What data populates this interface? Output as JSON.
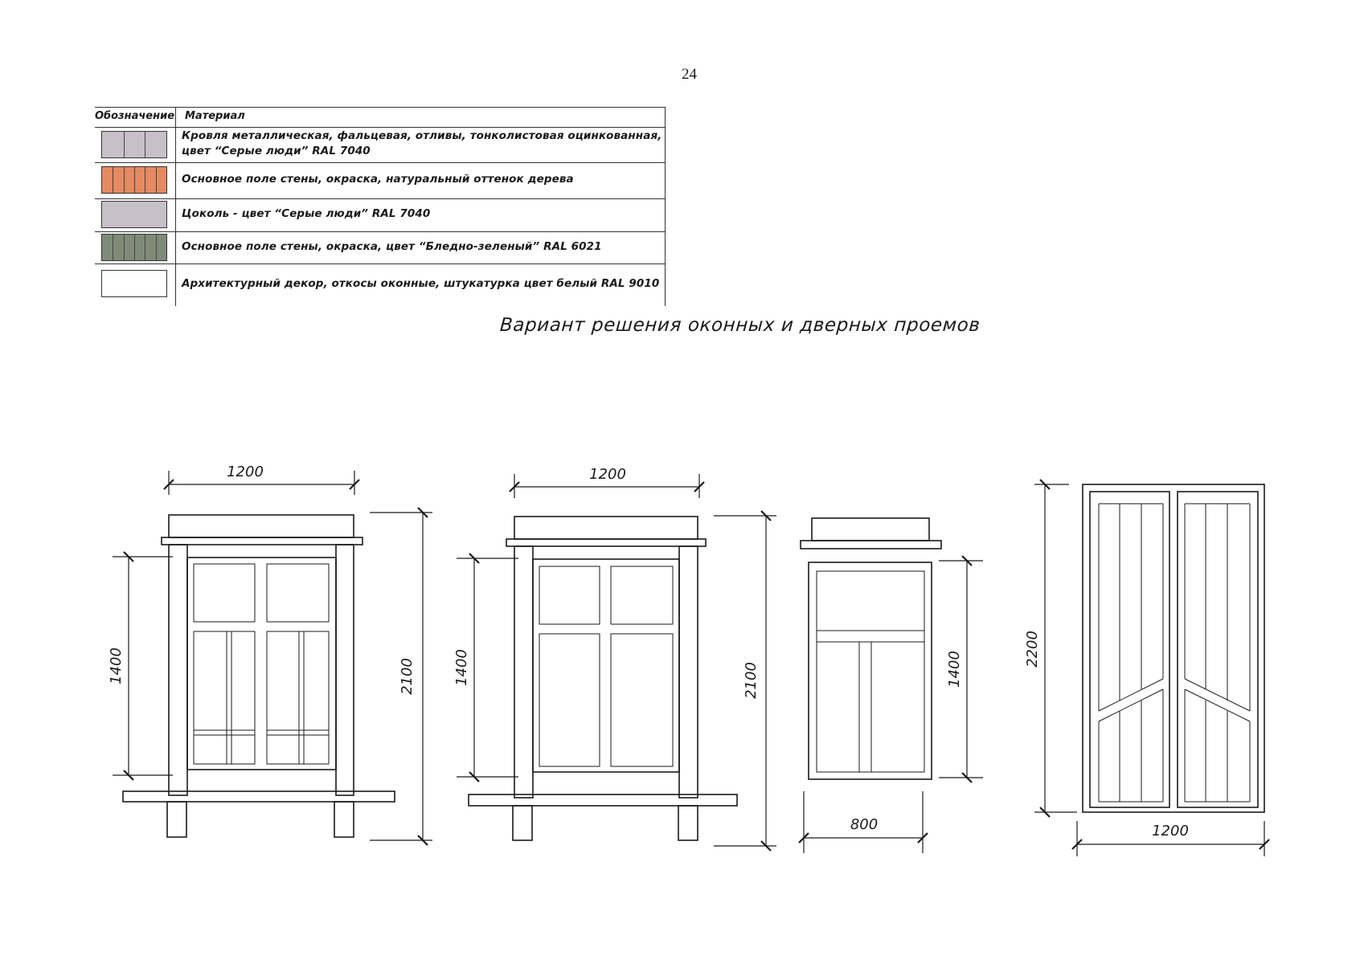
{
  "page_number": "24",
  "legend": {
    "header": {
      "designation": "Обозначение",
      "material": "Материал"
    },
    "rows": [
      {
        "color": "#c7c0c8",
        "stripes": 2,
        "text": "Кровля металлическая, фальцевая, отливы, тонколистовая оцинкованная, цвет “Серые люди” RAL 7040"
      },
      {
        "color": "#e58a62",
        "stripes": 5,
        "text": "Основное поле стены, окраска, натуральный оттенок дерева"
      },
      {
        "color": "#c7c0c8",
        "stripes": 0,
        "text": "Цоколь - цвет “Серые люди” RAL 7040"
      },
      {
        "color": "#7f8b78",
        "stripes": 5,
        "text": "Основное поле стены, окраска, цвет “Бледно-зеленый” RAL 6021"
      },
      {
        "color": "#ffffff",
        "stripes": 0,
        "text": "Архитектурный декор, откосы оконные, штукатурка цвет белый RAL 9010"
      }
    ]
  },
  "drawing_title": "Вариант решения оконных и дверных проемов",
  "dimensions": {
    "window1": {
      "width": "1200",
      "height": "1400",
      "total_height": "2100"
    },
    "window2": {
      "width": "1200",
      "height": "1400",
      "total_height": "2100"
    },
    "window3": {
      "width": "800",
      "height": "1400"
    },
    "door": {
      "width": "1200",
      "height": "2200"
    }
  },
  "colors": {
    "line": "#1a1a1a",
    "door_accent": "#b35a5a"
  }
}
